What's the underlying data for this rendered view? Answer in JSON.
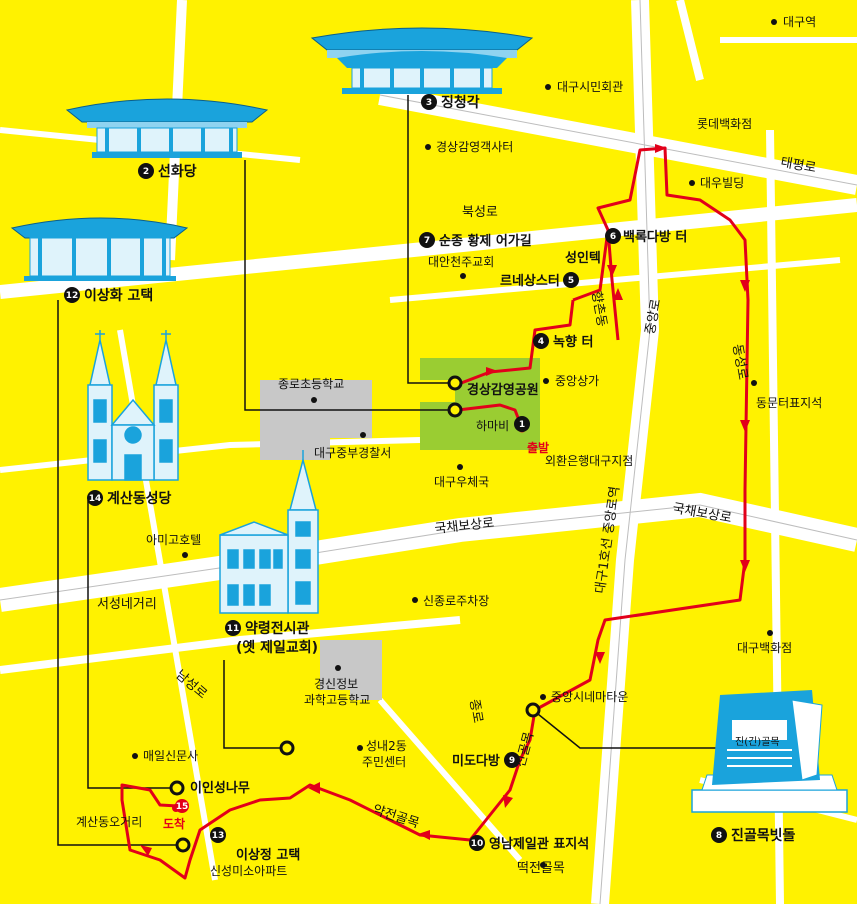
{
  "map": {
    "roads": {
      "taepyeong": "태평로",
      "bukseong": "북성로",
      "gukchaebosang1": "국채보상로",
      "gukchaebosang2": "국채보상로",
      "jungang": "중앙로",
      "dongseong": "동성로",
      "subway": "대구1호선 중앙로역",
      "seoseong": "서성네거리",
      "namseong": "남성로",
      "jongro": "종로",
      "hyanghon": "향촌동",
      "jingol": "진골목",
      "yakjeon": "약전골목",
      "tteokjeon": "떡전골목"
    },
    "pois": {
      "daegu_station": "대구역",
      "citizen_hall": "대구시민회관",
      "lotte": "롯데백화점",
      "daewoo": "대우빌딩",
      "gyeongsang_guesthouse": "경상감영객사터",
      "church_daean": "대안천주교회",
      "jongro_school": "종로초등학교",
      "police": "대구중부경찰서",
      "jungang_arcade": "중앙상가",
      "kexim": "외환은행대구지점",
      "post": "대구우체국",
      "dongmun": "동문터표지석",
      "amigo": "아미고호텔",
      "parking": "신종로주차장",
      "dept": "대구백화점",
      "school": "경신정보\n과학고등학교",
      "community": "성내2동\n주민센터",
      "cinema": "중앙시네마타운",
      "newspaper": "매일신문사",
      "intersection": "계산동오거리",
      "apartment": "신성미소아파트"
    },
    "stops": {
      "s2": "선화당",
      "s3": "징청각",
      "s4": "녹향 터",
      "s5": "르네상스터",
      "s5b": "성인텍",
      "s6": "백록다방 터",
      "s7": "순종 황제 어가길",
      "s8": "진골목빗돌",
      "s9": "미도다방",
      "s10": "영남제일관 표지석",
      "s11a": "약령전시관",
      "s11b": "(옛 제일교회)",
      "s12": "이상화 고택",
      "s13": "이상정 고택",
      "s14": "계산동성당",
      "s15": "이인성나무",
      "park": "경상감영공원",
      "hamabi": "하마비",
      "start": "출발",
      "end": "도착",
      "stone_sign": "진(긴)골목"
    },
    "numbers": {
      "n1": "1",
      "n2": "2",
      "n3": "3",
      "n4": "4",
      "n5": "5",
      "n6": "6",
      "n7": "7",
      "n8": "8",
      "n9": "9",
      "n10": "10",
      "n11": "11",
      "n12": "12",
      "n13": "13",
      "n14": "14",
      "n15": "15"
    },
    "colors": {
      "background": "#fff200",
      "route": "#e2001a",
      "park": "#9acd32",
      "building": "#c8c8c8",
      "illustration": "#1aa3dc"
    }
  }
}
